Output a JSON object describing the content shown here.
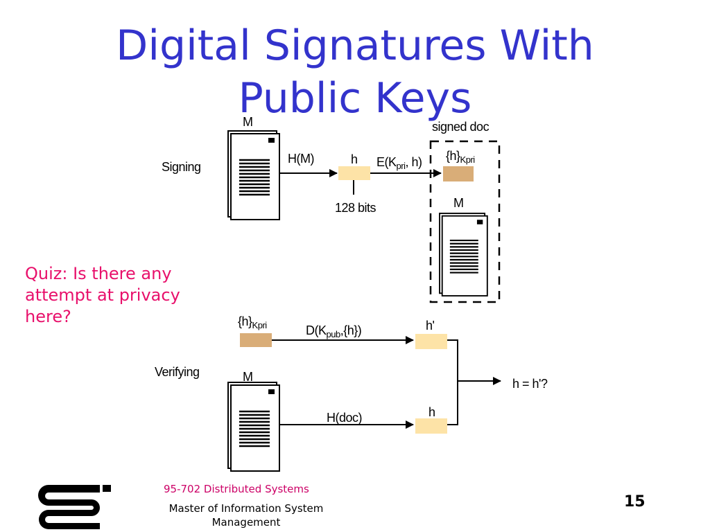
{
  "slide": {
    "title_line1": "Digital Signatures With",
    "title_line2": "Public Keys",
    "quiz_text": "Quiz: Is there any attempt at privacy here?",
    "page_number": "15"
  },
  "footer": {
    "course": "95-702 Distributed Systems",
    "program": "Master of Information System Management"
  },
  "signing": {
    "label": "Signing",
    "doc_label": "M",
    "hash_arrow": "H(M)",
    "hash_box": "h",
    "hash_size": "128 bits",
    "encrypt_pre": "E(K",
    "encrypt_sub": "pri",
    "encrypt_post": ", h)",
    "signed_doc_label": "signed doc",
    "sig_main": "{h}",
    "sig_sub": "Kpri",
    "signed_m_label": "M"
  },
  "verifying": {
    "label": "Verifying",
    "sig_main": "{h}",
    "sig_sub": "Kpri",
    "decrypt_pre": "D(K",
    "decrypt_sub": "pub",
    "decrypt_post": ",{h})",
    "h_prime": "h'",
    "doc_label": "M",
    "hash_arrow": "H(doc)",
    "hash_box": "h",
    "result": "h = h'?"
  },
  "colors": {
    "title": "#3333cc",
    "quiz": "#e8106b",
    "hash_box": "#fde3a7",
    "signature_box": "#d9ad78",
    "footer_course": "#cc0066"
  }
}
